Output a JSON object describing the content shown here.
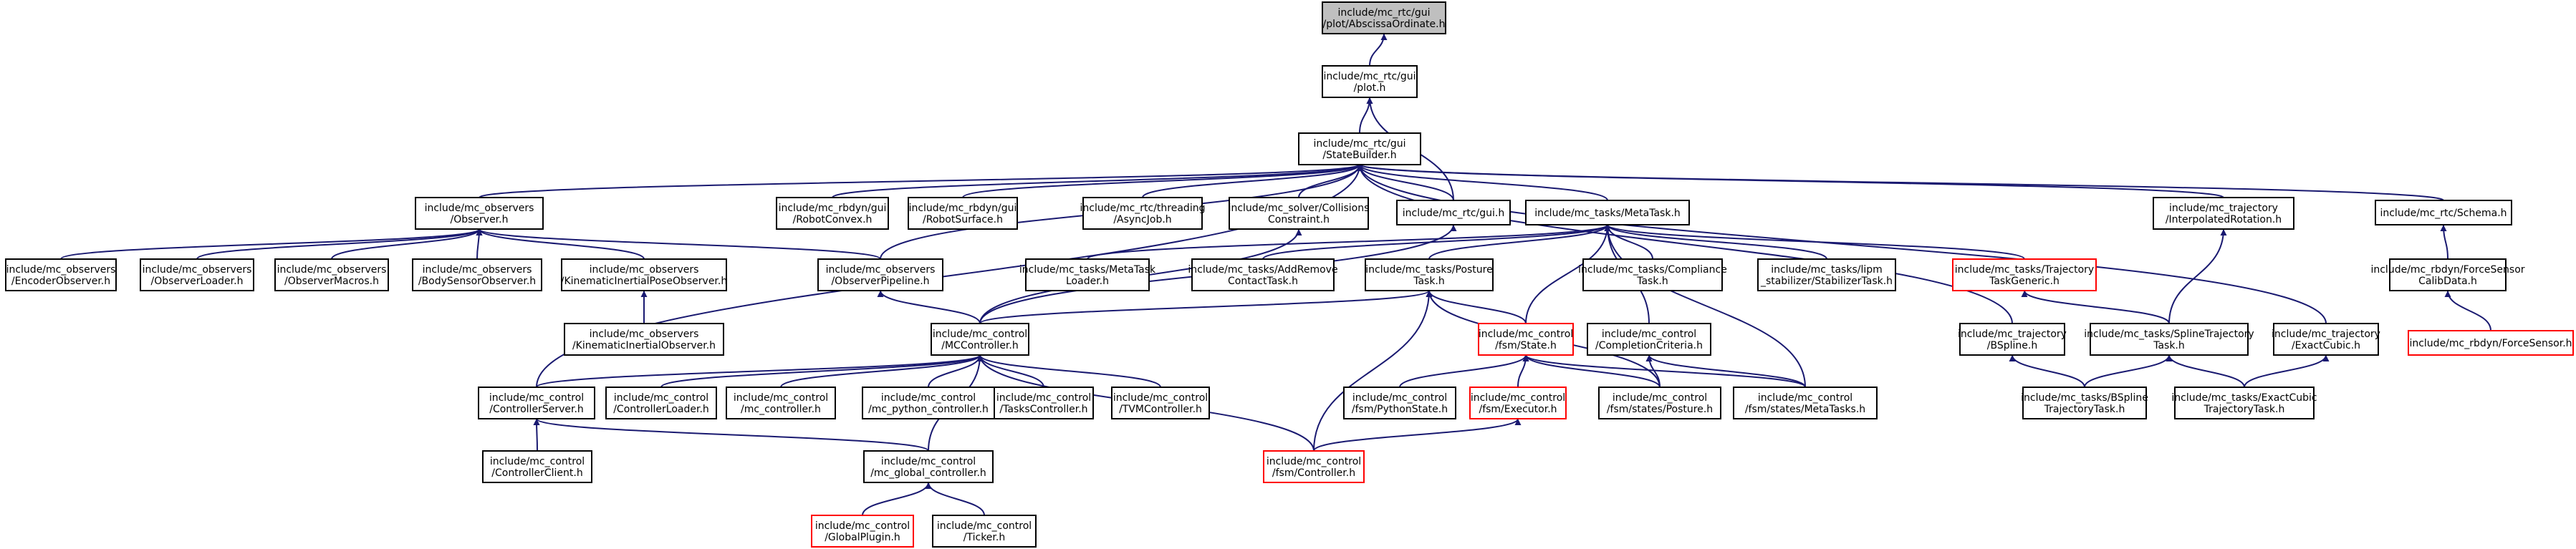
{
  "nodes": [
    {
      "id": "abscissa",
      "lines": [
        "include/mc_rtc/gui",
        "/plot/AbscissaOrdinate.h"
      ],
      "root": true
    },
    {
      "id": "plot",
      "lines": [
        "include/mc_rtc/gui",
        "/plot.h"
      ]
    },
    {
      "id": "statebuilder",
      "lines": [
        "include/mc_rtc/gui",
        "/StateBuilder.h"
      ]
    },
    {
      "id": "observer",
      "lines": [
        "include/mc_observers",
        "/Observer.h"
      ]
    },
    {
      "id": "robotconvex",
      "lines": [
        "include/mc_rbdyn/gui",
        "/RobotConvex.h"
      ]
    },
    {
      "id": "robotsurface",
      "lines": [
        "include/mc_rbdyn/gui",
        "/RobotSurface.h"
      ]
    },
    {
      "id": "asyncjob",
      "lines": [
        "include/mc_rtc/threading",
        "/AsyncJob.h"
      ]
    },
    {
      "id": "collisions",
      "lines": [
        "include/mc_solver/Collisions",
        "Constraint.h"
      ]
    },
    {
      "id": "guih",
      "lines": [
        "include/mc_rtc/gui.h"
      ]
    },
    {
      "id": "metatask",
      "lines": [
        "include/mc_tasks/MetaTask.h"
      ]
    },
    {
      "id": "interprot",
      "lines": [
        "include/mc_trajectory",
        "/InterpolatedRotation.h"
      ]
    },
    {
      "id": "schema",
      "lines": [
        "include/mc_rtc/Schema.h"
      ]
    },
    {
      "id": "encoder",
      "lines": [
        "include/mc_observers",
        "/EncoderObserver.h"
      ]
    },
    {
      "id": "obsloader",
      "lines": [
        "include/mc_observers",
        "/ObserverLoader.h"
      ]
    },
    {
      "id": "obsmacros",
      "lines": [
        "include/mc_observers",
        "/ObserverMacros.h"
      ]
    },
    {
      "id": "bodysensor",
      "lines": [
        "include/mc_observers",
        "/BodySensorObserver.h"
      ]
    },
    {
      "id": "kinpose",
      "lines": [
        "include/mc_observers",
        "/KinematicInertialPoseObserver.h"
      ]
    },
    {
      "id": "pipeline",
      "lines": [
        "include/mc_observers",
        "/ObserverPipeline.h"
      ]
    },
    {
      "id": "metaloader",
      "lines": [
        "include/mc_tasks/MetaTask",
        "Loader.h"
      ]
    },
    {
      "id": "addremove",
      "lines": [
        "include/mc_tasks/AddRemove",
        "ContactTask.h"
      ]
    },
    {
      "id": "posture",
      "lines": [
        "include/mc_tasks/Posture",
        "Task.h"
      ]
    },
    {
      "id": "compliance",
      "lines": [
        "include/mc_tasks/Compliance",
        "Task.h"
      ]
    },
    {
      "id": "stabilizer",
      "lines": [
        "include/mc_tasks/lipm",
        "_stabilizer/StabilizerTask.h"
      ]
    },
    {
      "id": "trajgeneric",
      "lines": [
        "include/mc_tasks/Trajectory",
        "TaskGeneric.h"
      ],
      "truncated": true
    },
    {
      "id": "forcecalib",
      "lines": [
        "include/mc_rbdyn/ForceSensor",
        "CalibData.h"
      ]
    },
    {
      "id": "kinobs",
      "lines": [
        "include/mc_observers",
        "/KinematicInertialObserver.h"
      ]
    },
    {
      "id": "mccontroller",
      "lines": [
        "include/mc_control",
        "/MCController.h"
      ]
    },
    {
      "id": "fsmstate",
      "lines": [
        "include/mc_control",
        "/fsm/State.h"
      ],
      "truncated": true
    },
    {
      "id": "completion",
      "lines": [
        "include/mc_control",
        "/CompletionCriteria.h"
      ]
    },
    {
      "id": "bspline",
      "lines": [
        "include/mc_trajectory",
        "/BSpline.h"
      ]
    },
    {
      "id": "splinetraj",
      "lines": [
        "include/mc_tasks/SplineTrajectory",
        "Task.h"
      ]
    },
    {
      "id": "exactcubic",
      "lines": [
        "include/mc_trajectory",
        "/ExactCubic.h"
      ]
    },
    {
      "id": "forcesensor",
      "lines": [
        "include/mc_rbdyn/ForceSensor.h"
      ],
      "truncated": true
    },
    {
      "id": "ctlserver",
      "lines": [
        "include/mc_control",
        "/ControllerServer.h"
      ]
    },
    {
      "id": "ctlloader",
      "lines": [
        "include/mc_control",
        "/ControllerLoader.h"
      ]
    },
    {
      "id": "mcctl",
      "lines": [
        "include/mc_control",
        "/mc_controller.h"
      ]
    },
    {
      "id": "mcpython",
      "lines": [
        "include/mc_control",
        "/mc_python_controller.h"
      ]
    },
    {
      "id": "tasksctl",
      "lines": [
        "include/mc_control",
        "/TasksController.h"
      ]
    },
    {
      "id": "tvmctl",
      "lines": [
        "include/mc_control",
        "/TVMController.h"
      ]
    },
    {
      "id": "pythonstate",
      "lines": [
        "include/mc_control",
        "/fsm/PythonState.h"
      ]
    },
    {
      "id": "executor",
      "lines": [
        "include/mc_control",
        "/fsm/Executor.h"
      ],
      "truncated": true
    },
    {
      "id": "statesposture",
      "lines": [
        "include/mc_control",
        "/fsm/states/Posture.h"
      ]
    },
    {
      "id": "statesmeta",
      "lines": [
        "include/mc_control",
        "/fsm/states/MetaTasks.h"
      ]
    },
    {
      "id": "bsplinetraj",
      "lines": [
        "include/mc_tasks/BSpline",
        "TrajectoryTask.h"
      ]
    },
    {
      "id": "exactcubictraj",
      "lines": [
        "include/mc_tasks/ExactCubic",
        "TrajectoryTask.h"
      ]
    },
    {
      "id": "ctlclient",
      "lines": [
        "include/mc_control",
        "/ControllerClient.h"
      ]
    },
    {
      "id": "globalctl",
      "lines": [
        "include/mc_control",
        "/mc_global_controller.h"
      ]
    },
    {
      "id": "fsmctl",
      "lines": [
        "include/mc_control",
        "/fsm/Controller.h"
      ],
      "truncated": true
    },
    {
      "id": "globalplugin",
      "lines": [
        "include/mc_control",
        "/GlobalPlugin.h"
      ],
      "truncated": true
    },
    {
      "id": "ticker",
      "lines": [
        "include/mc_control",
        "/Ticker.h"
      ]
    }
  ],
  "edges": [
    [
      "plot",
      "abscissa"
    ],
    [
      "statebuilder",
      "plot"
    ],
    [
      "guih",
      "plot"
    ],
    [
      "observer",
      "statebuilder"
    ],
    [
      "robotconvex",
      "statebuilder"
    ],
    [
      "robotsurface",
      "statebuilder"
    ],
    [
      "asyncjob",
      "statebuilder"
    ],
    [
      "collisions",
      "statebuilder"
    ],
    [
      "guih",
      "statebuilder"
    ],
    [
      "metatask",
      "statebuilder"
    ],
    [
      "interprot",
      "statebuilder"
    ],
    [
      "schema",
      "statebuilder"
    ],
    [
      "pipeline",
      "statebuilder"
    ],
    [
      "ctlserver",
      "statebuilder"
    ],
    [
      "bspline",
      "statebuilder"
    ],
    [
      "exactcubic",
      "statebuilder"
    ],
    [
      "encoder",
      "observer"
    ],
    [
      "obsloader",
      "observer"
    ],
    [
      "obsmacros",
      "observer"
    ],
    [
      "bodysensor",
      "observer"
    ],
    [
      "kinpose",
      "observer"
    ],
    [
      "pipeline",
      "observer"
    ],
    [
      "kinobs",
      "kinpose"
    ],
    [
      "mccontroller",
      "pipeline"
    ],
    [
      "mccontroller",
      "collisions"
    ],
    [
      "mccontroller",
      "guih"
    ],
    [
      "metaloader",
      "metatask"
    ],
    [
      "addremove",
      "metatask"
    ],
    [
      "posture",
      "metatask"
    ],
    [
      "compliance",
      "metatask"
    ],
    [
      "stabilizer",
      "metatask"
    ],
    [
      "trajgeneric",
      "metatask"
    ],
    [
      "fsmstate",
      "metatask"
    ],
    [
      "completion",
      "metatask"
    ],
    [
      "statesmeta",
      "metatask"
    ],
    [
      "splinetraj",
      "interprot"
    ],
    [
      "forcecalib",
      "schema"
    ],
    [
      "forcesensor",
      "forcecalib"
    ],
    [
      "splinetraj",
      "trajgeneric"
    ],
    [
      "mccontroller",
      "posture"
    ],
    [
      "fsmstate",
      "posture"
    ],
    [
      "statesposture",
      "posture"
    ],
    [
      "fsmctl",
      "posture"
    ],
    [
      "ctlserver",
      "mccontroller"
    ],
    [
      "ctlloader",
      "mccontroller"
    ],
    [
      "mcctl",
      "mccontroller"
    ],
    [
      "mcpython",
      "mccontroller"
    ],
    [
      "tasksctl",
      "mccontroller"
    ],
    [
      "tvmctl",
      "mccontroller"
    ],
    [
      "globalctl",
      "mccontroller"
    ],
    [
      "fsmctl",
      "mccontroller"
    ],
    [
      "pythonstate",
      "fsmstate"
    ],
    [
      "executor",
      "fsmstate"
    ],
    [
      "statesposture",
      "fsmstate"
    ],
    [
      "statesmeta",
      "fsmstate"
    ],
    [
      "statesposture",
      "completion"
    ],
    [
      "statesmeta",
      "completion"
    ],
    [
      "bsplinetraj",
      "bspline"
    ],
    [
      "bsplinetraj",
      "splinetraj"
    ],
    [
      "exactcubictraj",
      "splinetraj"
    ],
    [
      "exactcubictraj",
      "exactcubic"
    ],
    [
      "ctlclient",
      "ctlserver"
    ],
    [
      "globalctl",
      "ctlserver"
    ],
    [
      "fsmctl",
      "executor"
    ],
    [
      "globalplugin",
      "globalctl"
    ],
    [
      "ticker",
      "globalctl"
    ]
  ]
}
